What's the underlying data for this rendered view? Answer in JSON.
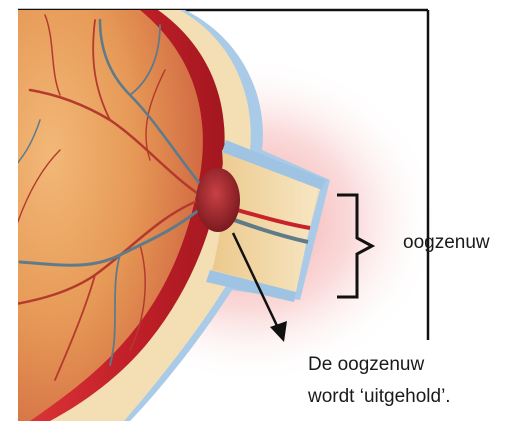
{
  "annotations": {
    "optic_nerve_label": "oogzenuw",
    "cupping_caption_line1": "De oogzenuw",
    "cupping_caption_line2": "wordt ‘uitgehold’."
  },
  "colors": {
    "eye_interior": "#e9a25e",
    "retina_red": "#c8232a",
    "nerve_sheath": "#f3dcae",
    "outer_layer_blue": "#9ec3e3",
    "glow_red": "#f6b6b6",
    "frame_line": "#111111"
  }
}
